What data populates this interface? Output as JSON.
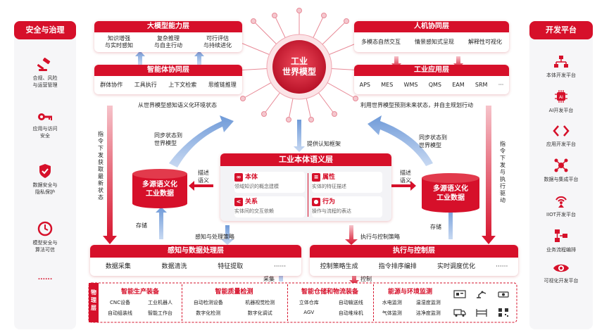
{
  "security": {
    "title": "安全与治理",
    "items": [
      {
        "icon": "gavel-icon",
        "label": "合规、风险\n与运营管理"
      },
      {
        "icon": "key-icon",
        "label": "应用与访问\n安全"
      },
      {
        "icon": "shield-icon",
        "label": "数据安全与\n隐私保护"
      },
      {
        "icon": "clock-icon",
        "label": "模型安全与\n算法可信"
      }
    ],
    "more": "......"
  },
  "devplatform": {
    "title": "开发平台",
    "items": [
      {
        "icon": "ontology-icon",
        "label": "本体开发平台"
      },
      {
        "icon": "ai-icon",
        "label": "AI开发平台"
      },
      {
        "icon": "code-icon",
        "label": "应用开发平台"
      },
      {
        "icon": "integration-icon",
        "label": "数据与集成平台"
      },
      {
        "icon": "iiot-icon",
        "label": "IIOT开发平台"
      },
      {
        "icon": "workflow-icon",
        "label": "业务流程编排"
      },
      {
        "icon": "eye-icon",
        "label": "可视化开发平台"
      }
    ]
  },
  "llm_layer": {
    "title": "大模型能力层",
    "items": [
      "知识增强\n与实时感知",
      "复杂推理\n与自主行动",
      "可行评估\n与持续进化"
    ]
  },
  "agent_layer": {
    "title": "智能体协同层",
    "items": [
      "群体协作",
      "工具执行",
      "上下文检索",
      "思维链推理"
    ]
  },
  "hmi_layer": {
    "title": "人机协同层",
    "items": [
      "多模态自然交互",
      "情景感知式呈现",
      "解释性可视化"
    ]
  },
  "app_layer": {
    "title": "工业应用层",
    "items": [
      "APS",
      "MES",
      "WMS",
      "QMS",
      "EAM",
      "SRM",
      "···"
    ]
  },
  "core": {
    "title": "工业\n世界模型"
  },
  "captions": {
    "left_perceive": "从世界模型感知语义化环境状态",
    "right_predict": "利用世界模型预测未来状态，并自主规划行动",
    "sync_left": "同步状态到\n世界模型",
    "sync_right": "同步状态到\n世界模型",
    "provide": "提供认知框架",
    "left_vertical": "指令下发获取最新状态",
    "right_vertical": "指令下发与执行驱动",
    "describe_left": "描述\n语义",
    "describe_right": "描述\n语义",
    "store_left": "存储",
    "store_right": "存储",
    "perceive_strategy": "感知与处理策略",
    "exec_strategy": "执行与控制策略",
    "collect": "采集",
    "control": "控制"
  },
  "ontology": {
    "title": "工业本体语义层",
    "cards": [
      {
        "icon": "link-icon",
        "title": "本体",
        "desc": "领域知识的概念建模"
      },
      {
        "icon": "sliders-icon",
        "title": "属性",
        "desc": "实体的特征描述"
      },
      {
        "icon": "share-icon",
        "title": "关系",
        "desc": "实体间的交互依赖"
      },
      {
        "icon": "pin-icon",
        "title": "行为",
        "desc": "操作与流程的表达"
      }
    ]
  },
  "db_left": {
    "title": "多源语义化\n工业数据"
  },
  "db_right": {
    "title": "多源语义化\n工业数据"
  },
  "perception_layer": {
    "title": "感知与数据处理层",
    "items": [
      "数据采集",
      "数据清洗",
      "特征提取",
      "······"
    ]
  },
  "exec_layer": {
    "title": "执行与控制层",
    "items": [
      "控制策略生成",
      "指令排序编排",
      "实时调度优化",
      "······"
    ]
  },
  "physical": {
    "label": "物理层",
    "cats": [
      {
        "title": "智能生产装备",
        "items": [
          "CNC设备",
          "工业机器人",
          "自动组装线",
          "智能工作台"
        ]
      },
      {
        "title": "智能质量检测",
        "items": [
          "自动检测设备",
          "机器视觉检测",
          "数字化检测",
          "数字化调试"
        ]
      },
      {
        "title": "智能仓储和物流装备",
        "items": [
          "立体仓库",
          "自动输送线",
          "AGV",
          "自动堆垛机"
        ]
      },
      {
        "title": "能源与环境监测",
        "items": [
          "水电监测",
          "温湿度监测",
          "气体监测",
          "洁净度监测"
        ]
      }
    ]
  },
  "colors": {
    "brand": "#d6102a",
    "arrow_blue": "#7ea6de",
    "arrow_red": "#e8667a"
  }
}
